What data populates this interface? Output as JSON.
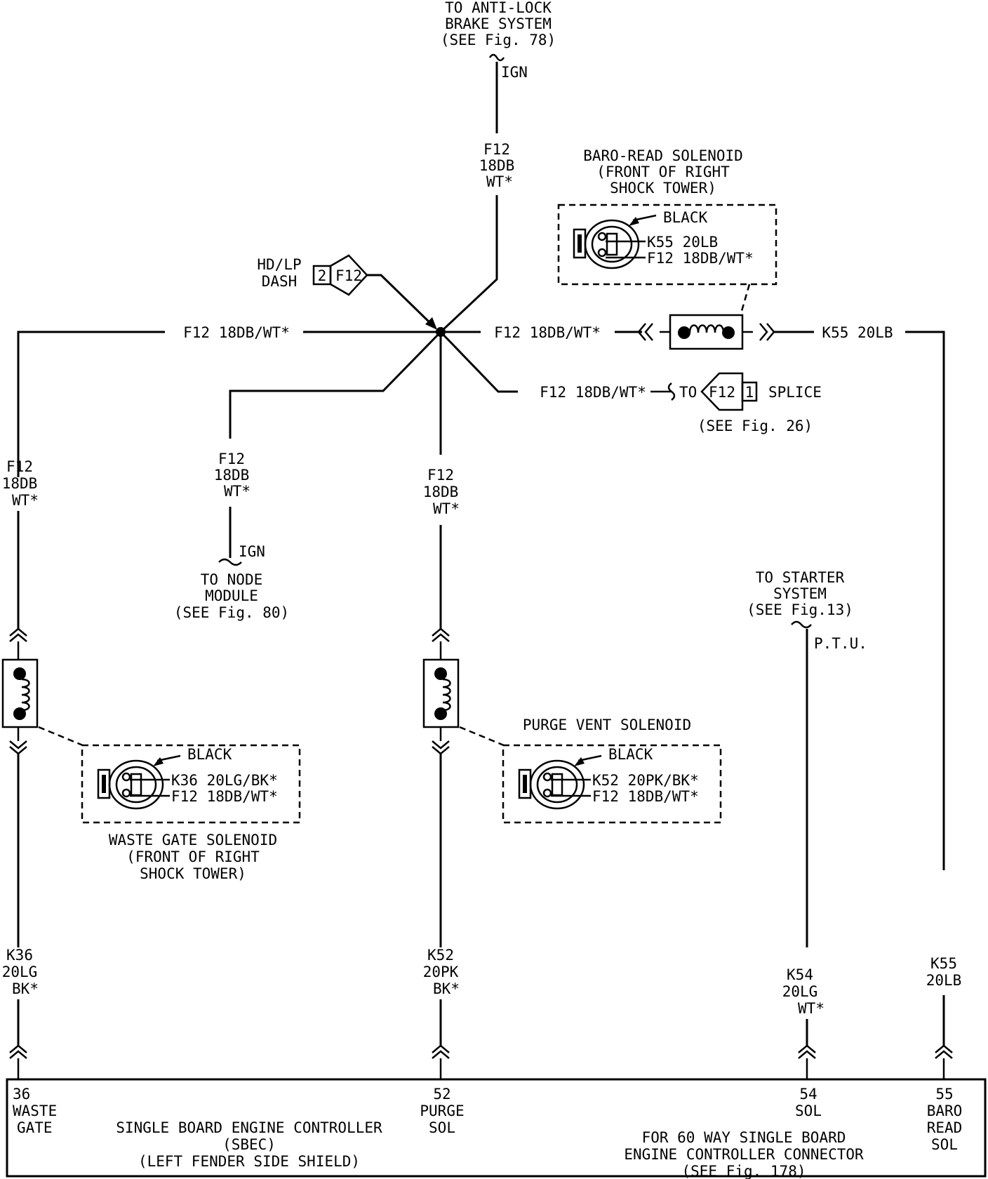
{
  "top_dest": {
    "line1": "TO ANTI-LOCK",
    "line2": "BRAKE SYSTEM",
    "line3": "(SEE Fig. 78)",
    "ign": "IGN"
  },
  "top_wire": {
    "line1": "F12",
    "line2": "18DB",
    "line3": "WT*"
  },
  "baro_solenoid": {
    "title1": "BARO-READ SOLENOID",
    "title2": "(FRONT OF RIGHT",
    "title3": "SHOCK TOWER)",
    "color": "BLACK",
    "pin1": "K55 20LB",
    "pin2": "F12 18DB/WT*"
  },
  "hdlp": {
    "line1": "HD/LP",
    "line2": "DASH",
    "pin": "2",
    "circuit": "F12"
  },
  "horizontal": {
    "left_label": "F12 18DB/WT*",
    "right_label": "F12 18DB/WT*",
    "k55_label": "K55 20LB"
  },
  "splice": {
    "wire": "F12 18DB/WT*",
    "to": "TO",
    "circuit": "F12",
    "pin": "1",
    "label": "SPLICE",
    "see": "(SEE Fig. 26)"
  },
  "left_wire": {
    "line1": "F12",
    "line2": "18DB",
    "line3": "WT*"
  },
  "node_wire": {
    "line1": "F12",
    "line2": "18DB",
    "line3": "WT*",
    "ign": "IGN"
  },
  "node_dest": {
    "line1": "TO NODE",
    "line2": "MODULE",
    "line3": "(SEE Fig. 80)"
  },
  "center_wire": {
    "line1": "F12",
    "line2": "18DB",
    "line3": "WT*"
  },
  "starter": {
    "line1": "TO STARTER",
    "line2": "SYSTEM",
    "line3": "(SEE Fig.13)",
    "ptu": "P.T.U."
  },
  "waste_gate": {
    "color": "BLACK",
    "pin1": "K36 20LG/BK*",
    "pin2": "F12 18DB/WT*",
    "title1": "WASTE GATE SOLENOID",
    "title2": "(FRONT OF RIGHT",
    "title3": "SHOCK TOWER)"
  },
  "purge": {
    "title": "PURGE VENT SOLENOID",
    "color": "BLACK",
    "pin1": "K52 20PK/BK*",
    "pin2": "F12 18DB/WT*"
  },
  "k36_wire": {
    "line1": "K36",
    "line2": "20LG",
    "line3": "BK*"
  },
  "k52_wire": {
    "line1": "K52",
    "line2": "20PK",
    "line3": "BK*"
  },
  "k54_wire": {
    "line1": "K54",
    "line2": "20LG",
    "line3": "WT*"
  },
  "k55_wire": {
    "line1": "K55",
    "line2": "20LB"
  },
  "controller": {
    "pin36": {
      "num": "36",
      "l1": "WASTE",
      "l2": "GATE"
    },
    "pin52": {
      "num": "52",
      "l1": "PURGE",
      "l2": "SOL"
    },
    "pin54": {
      "num": "54",
      "l1": "SOL"
    },
    "pin55": {
      "num": "55",
      "l1": "BARO",
      "l2": "READ",
      "l3": "SOL"
    },
    "title1": "SINGLE BOARD ENGINE CONTROLLER",
    "title2": "(SBEC)",
    "title3": "(LEFT FENDER SIDE SHIELD)",
    "conn1": "FOR 60 WAY SINGLE BOARD",
    "conn2": "ENGINE CONTROLLER CONNECTOR",
    "conn3": "(SEE Fig. 178)"
  }
}
